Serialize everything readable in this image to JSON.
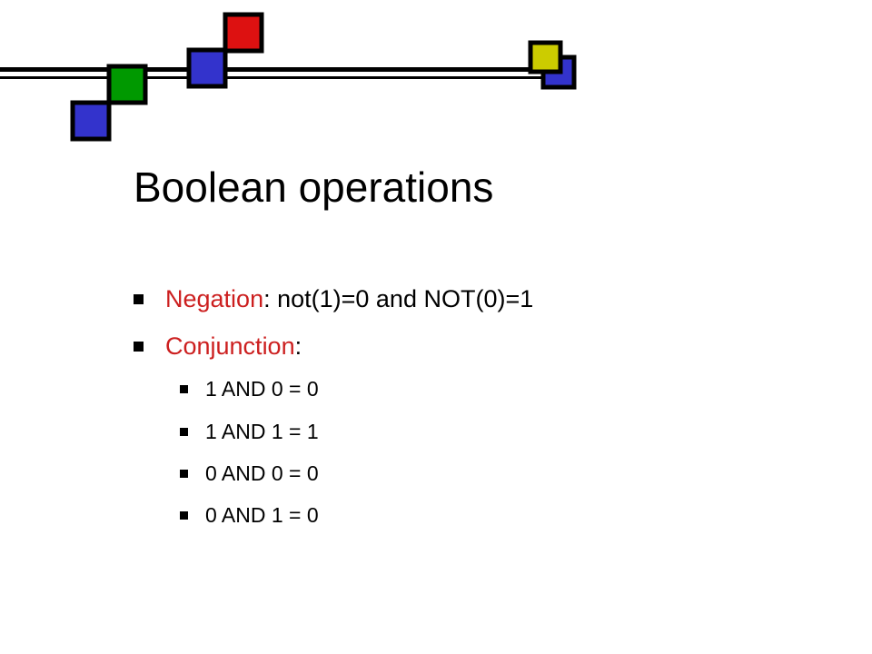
{
  "slide": {
    "title": "Boolean operations",
    "bullets": [
      {
        "term": "Negation",
        "rest": ": not(1)=0 and NOT(0)=1"
      },
      {
        "term": "Conjunction",
        "rest": ":"
      }
    ],
    "sub_bullets": [
      "1 AND 0 = 0",
      "1 AND 1 = 1",
      "0 AND 0 = 0",
      "0 AND 1 = 0"
    ]
  },
  "colors": {
    "accent_text": "#cc1f1f",
    "square_blue": "#3333cc",
    "square_green": "#009900",
    "square_red": "#dd1111",
    "square_yellow": "#cccc00",
    "line": "#000000"
  }
}
